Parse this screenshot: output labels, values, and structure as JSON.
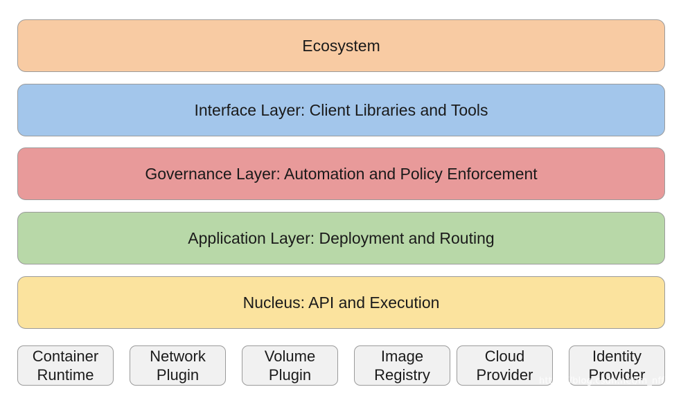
{
  "layers": {
    "ecosystem": "Ecosystem",
    "interface": "Interface Layer: Client Libraries and Tools",
    "governance": "Governance Layer: Automation and Policy Enforcement",
    "application": "Application Layer: Deployment and Routing",
    "nucleus": "Nucleus: API and Execution"
  },
  "plugins": [
    {
      "line1": "Container",
      "line2": "Runtime"
    },
    {
      "line1": "Network",
      "line2": "Plugin"
    },
    {
      "line1": "Volume",
      "line2": "Plugin"
    },
    {
      "line1": "Image",
      "line2": "Registry"
    },
    {
      "line1": "Cloud",
      "line2": "Provider"
    },
    {
      "line1": "Identity",
      "line2": "Provider"
    }
  ],
  "watermark": "https://blog.csdn.net/m_nff",
  "colors": {
    "ecosystem": "#f8cba3",
    "interface": "#a3c6eb",
    "governance": "#e89a9a",
    "application": "#b8d8a8",
    "nucleus": "#fbe39e",
    "plugin": "#f1f1f1",
    "border": "#9a9a9a"
  }
}
